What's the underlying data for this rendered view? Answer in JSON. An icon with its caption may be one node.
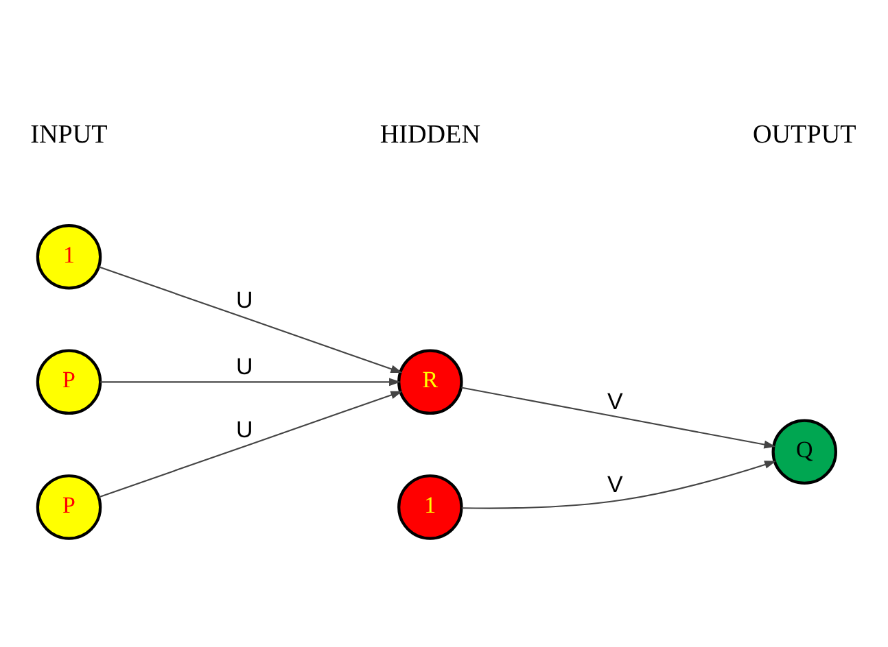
{
  "diagram": {
    "nodes": [
      {
        "text": [
          "1"
        ]
      },
      {
        "text": [
          "P"
        ]
      },
      {
        "text": [
          "P"
        ]
      },
      {
        "text": [
          "1"
        ]
      },
      {
        "text": [
          "R"
        ]
      },
      {
        "text": [
          "Q"
        ]
      }
    ],
    "edges": [
      {
        "from": 0,
        "to": 4,
        "arrow": "to",
        "label": "U"
      },
      {
        "from": 1,
        "to": 4,
        "arrow": "to",
        "label": "U"
      },
      {
        "from": 2,
        "to": 4,
        "arrow": "to",
        "label": "U"
      },
      {
        "from": 3,
        "to": 5,
        "arrow": "to",
        "label": "V"
      },
      {
        "from": 4,
        "to": 5,
        "arrow": "to",
        "label": "V"
      }
    ],
    "labels": [
      "INPUT",
      "HIDDEN",
      "OUTPUT"
    ]
  }
}
